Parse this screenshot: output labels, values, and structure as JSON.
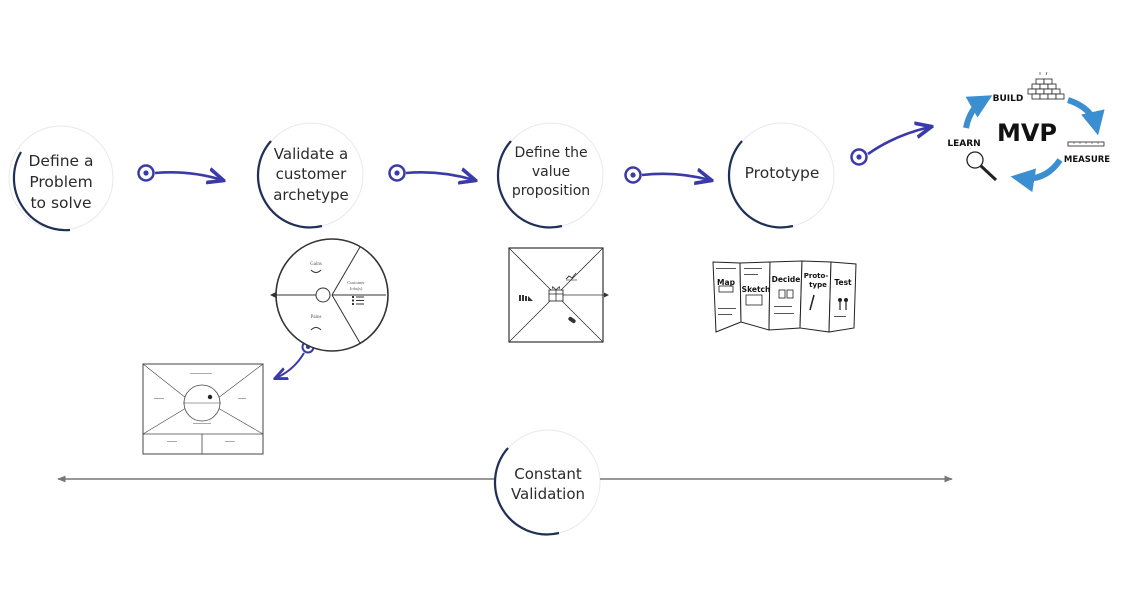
{
  "steps": [
    {
      "id": "problem",
      "line1": "Define a",
      "line2": "Problem",
      "line3": "to solve"
    },
    {
      "id": "archetype",
      "line1": "Validate a",
      "line2": "customer",
      "line3": "archetype"
    },
    {
      "id": "value",
      "line1": "Define the",
      "line2": "value",
      "line3": "proposition"
    },
    {
      "id": "prototype",
      "line1": "Prototype"
    }
  ],
  "validation": {
    "line1": "Constant",
    "line2": "Validation"
  },
  "mvp": {
    "title": "MVP",
    "build": "BUILD",
    "measure": "MEASURE",
    "learn": "LEARN"
  },
  "customer_profile": {
    "gains": "Gains",
    "pains": "Pains",
    "jobs_line1": "Customer",
    "jobs_line2": "Jobs(s)"
  },
  "sprint": {
    "map": "Map",
    "sketch": "Sketch",
    "decide": "Decide",
    "proto_line1": "Proto-",
    "proto_line2": "type",
    "test": "Test"
  },
  "colors": {
    "accent": "#3a3aa8",
    "ring": "#1f2f55",
    "mvp_arrow": "#3b8fd0",
    "line": "#777777"
  }
}
